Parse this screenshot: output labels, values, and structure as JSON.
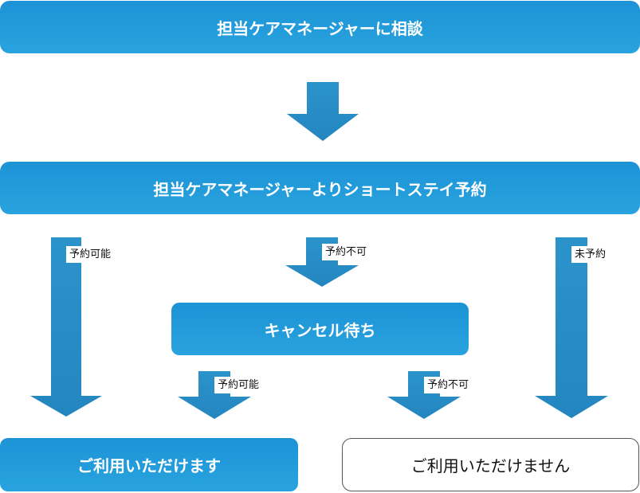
{
  "colors": {
    "box_fill_top": "#1d93d6",
    "box_fill_bottom": "#29a3df",
    "arrow": "#2a8fc7",
    "outline_border": "#555555"
  },
  "steps": {
    "consult": "担当ケアマネージャーに相談",
    "reserve": "担当ケアマネージャーよりショートステイ予約",
    "waitlist": "キャンセル待ち",
    "available": "ご利用いただけます",
    "unavailable": "ご利用いただけません"
  },
  "labels": {
    "reservable_left": "予約可能",
    "not_reservable_mid": "予約不可",
    "unreserved_right": "未予約",
    "reservable_wait": "予約可能",
    "not_reservable_wait": "予約不可"
  }
}
